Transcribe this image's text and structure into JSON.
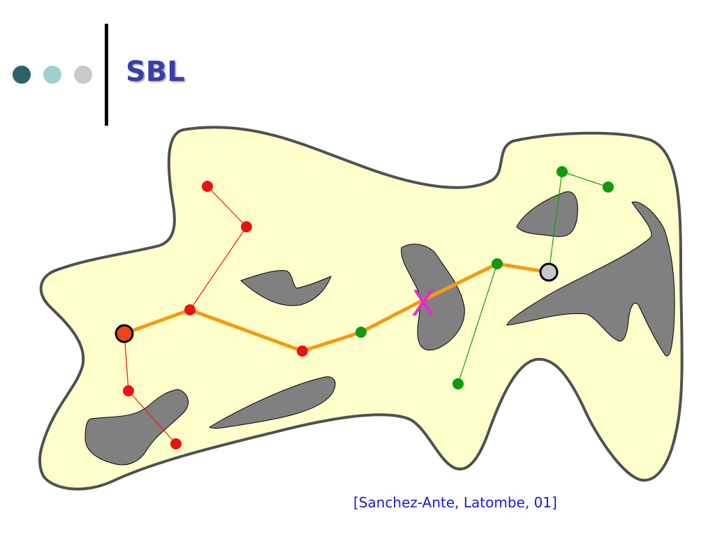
{
  "slide": {
    "title": "SBL",
    "citation": "[Sanchez-Ante, Latombe, 01]",
    "collision_mark": "X"
  },
  "colors": {
    "dot_1": "#2f6168",
    "dot_2": "#9fd0d0",
    "dot_3": "#c9c9c9",
    "free_space_fill": "#ffffcc",
    "free_space_border": "#505050",
    "obstacle_fill": "#808080",
    "tree_start": "#ee1111",
    "tree_goal": "#119911",
    "path": "#f59a12",
    "start_node": "#ee4411",
    "goal_node": "#c8c8c8",
    "collision_mark": "#e030c8"
  },
  "icons": [
    "slide-bullet-dots-icon"
  ]
}
